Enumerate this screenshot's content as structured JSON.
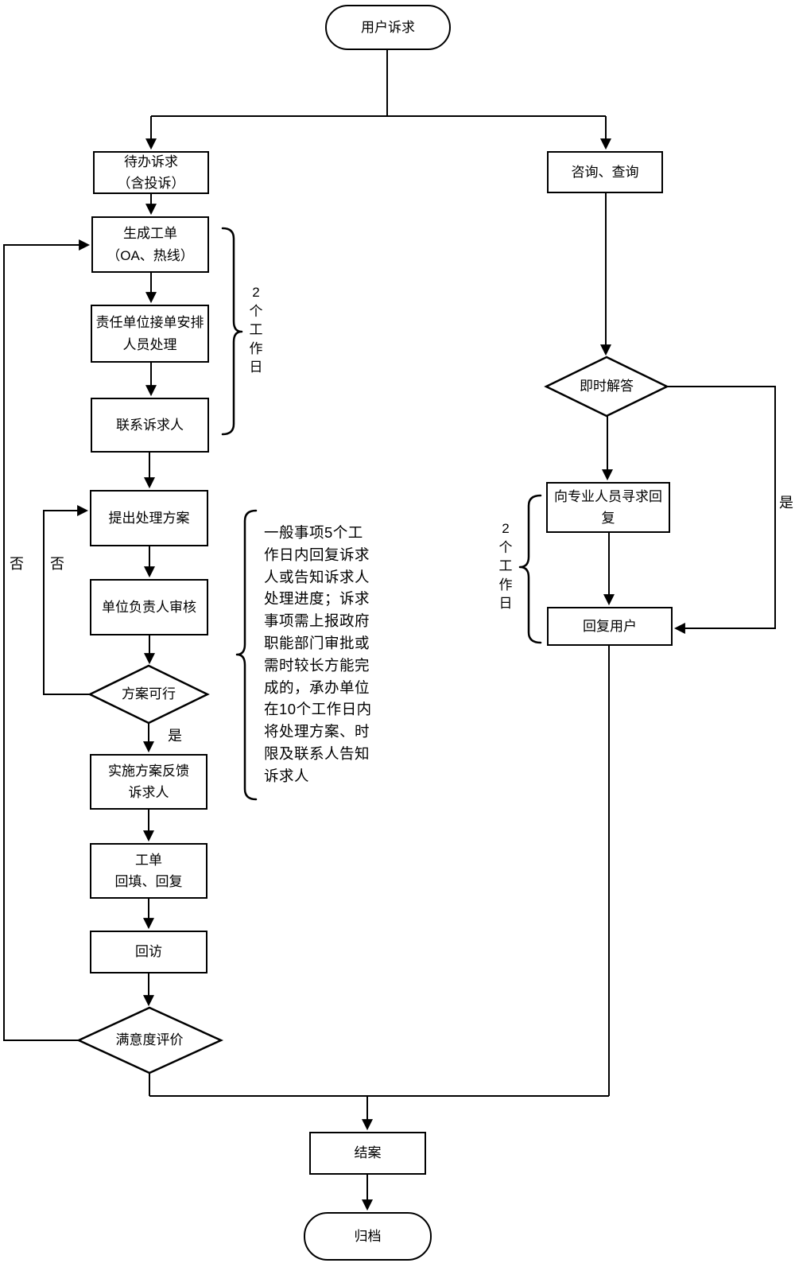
{
  "colors": {
    "line": "#000000",
    "background": "#ffffff"
  },
  "nodes": {
    "start": {
      "label": "用户诉求",
      "type": "terminator"
    },
    "pending": {
      "label": [
        "待办诉求",
        "（含投诉）"
      ],
      "type": "process"
    },
    "generate": {
      "label": [
        "生成工单",
        "（OA、热线）"
      ],
      "type": "process"
    },
    "assign": {
      "label": [
        "责任单位接单安排",
        "人员处理"
      ],
      "type": "process"
    },
    "contact": {
      "label": "联系诉求人",
      "type": "process"
    },
    "propose": {
      "label": "提出处理方案",
      "type": "process"
    },
    "review": {
      "label": "单位负责人审核",
      "type": "process"
    },
    "feasible": {
      "label": "方案可行",
      "type": "decision"
    },
    "implement": {
      "label": [
        "实施方案反馈",
        "诉求人"
      ],
      "type": "process"
    },
    "backfill": {
      "label": [
        "工单",
        "回填、回复"
      ],
      "type": "process"
    },
    "revisit": {
      "label": "回访",
      "type": "process"
    },
    "satisfaction": {
      "label": "满意度评价",
      "type": "decision"
    },
    "consult": {
      "label": "咨询、查询",
      "type": "process"
    },
    "instant": {
      "label": "即时解答",
      "type": "decision"
    },
    "seek": {
      "label": "向专业人员寻求回复",
      "type": "process"
    },
    "reply": {
      "label": "回复用户",
      "type": "process"
    },
    "close": {
      "label": "结案",
      "type": "process"
    },
    "archive": {
      "label": "归档",
      "type": "terminator"
    }
  },
  "labels": {
    "yes_feasible": "是",
    "no_feasible": "否",
    "no_satisfaction": "否",
    "yes_instant": "是",
    "workdays_left": [
      "2",
      "个",
      "工",
      "作",
      "日"
    ],
    "workdays_right": [
      "2",
      "个",
      "工",
      "作",
      "日"
    ],
    "note": [
      "一般事项5个工",
      "作日内回复诉求",
      "人或告知诉求人",
      "处理进度；诉求",
      "事项需上报政府",
      "职能部门审批或",
      "需时较长方能完",
      "成的，承办单位",
      "在10个工作日内",
      "将处理方案、时",
      "限及联系人告知",
      "诉求人"
    ]
  }
}
